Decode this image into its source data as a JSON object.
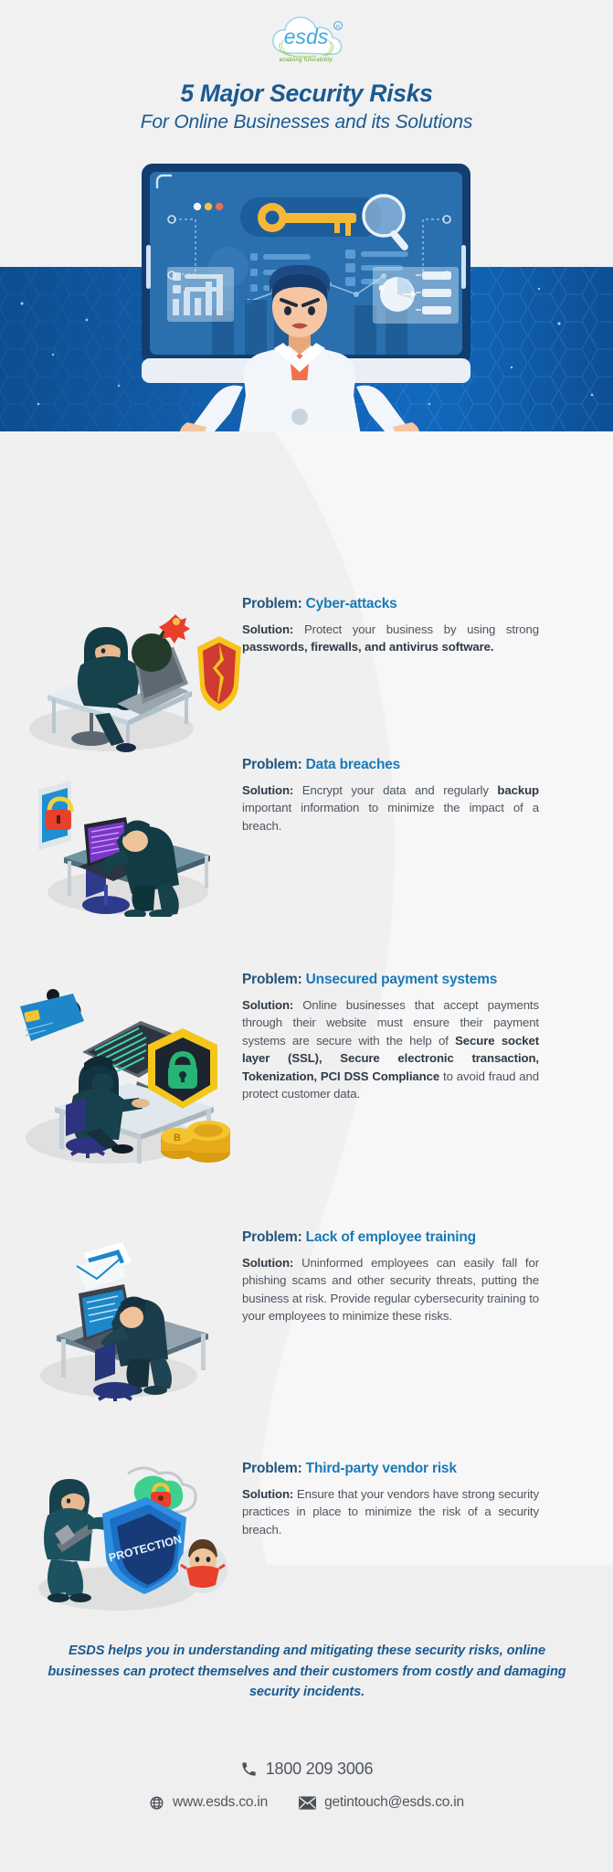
{
  "brand": {
    "logo_text": "esds",
    "logo_registered": "®",
    "tagline": "enabling futurability.",
    "accent_blue": "#1a7ab8",
    "heading_blue": "#1b5a92",
    "dark_navy": "#24557d",
    "body_gray": "#4c5560",
    "logo_green": "#5aa02c"
  },
  "header": {
    "title": "5 Major Security Risks",
    "subtitle": "For Online Businesses and its Solutions"
  },
  "hero": {
    "alt_name": "worried-businessman-with-laptop-and-security-dashboard",
    "screen_icons": [
      "key-icon",
      "magnifier-icon",
      "bar-chart",
      "pie-chart",
      "line-graph"
    ]
  },
  "risks": [
    {
      "index": 1,
      "art_name": "hacker-with-bomb-and-broken-shield-illustration",
      "heading_lead": "Problem:",
      "heading_rest": " Cyber-attacks",
      "solution_label": "Solution:",
      "solution_text_1": " Protect your business by using strong ",
      "solution_bold_1": "passwords, firewalls, and antivirus software.",
      "solution_text_2": "",
      "full_text": "Solution: Protect your business by using strong passwords, firewalls, and antivirus software."
    },
    {
      "index": 2,
      "art_name": "hacker-stealing-data-from-laptop-illustration",
      "heading_lead": "Problem:",
      "heading_rest": " Data breaches",
      "solution_label": "Solution:",
      "solution_text_1": " Encrypt your data and regularly ",
      "solution_bold_1": "backup",
      "solution_text_2": " important information to minimize the impact of a breach.",
      "full_text": "Solution: Encrypt your data and regularly backup important information to minimize the impact of a breach."
    },
    {
      "index": 3,
      "art_name": "credit-card-phishing-hacker-with-padlock-and-coins-illustration",
      "heading_lead": "Problem:",
      "heading_rest": " Unsecured payment systems",
      "solution_label": "Solution:",
      "solution_text_1": " Online businesses that accept payments through their website must ensure their payment systems are secure with the help of ",
      "solution_bold_1": "Secure socket layer (SSL), Secure electronic transaction, Tokenization, PCI DSS Compliance",
      "solution_text_2": " to avoid fraud and protect customer data.",
      "full_text": "Solution: Online businesses that accept payments through their website must ensure their payment systems are secure with the help of Secure socket layer (SSL), Secure electronic transaction, Tokenization, PCI DSS Compliance to avoid fraud and protect customer data."
    },
    {
      "index": 4,
      "art_name": "employee-at-desk-with-phishing-email-illustration",
      "heading_lead": "Problem:",
      "heading_rest": "  Lack of employee training",
      "solution_label": "Solution:",
      "solution_text_1": " Uninformed employees can easily fall for phishing scams and other security threats, putting the business at risk. Provide regular cybersecurity training to your employees to minimize these risks.",
      "solution_bold_1": "",
      "solution_text_2": "",
      "full_text": "Solution: Uninformed employees can easily fall for phishing scams and other security threats, putting the business at risk. Provide regular cybersecurity training to your employees to minimize these risks."
    },
    {
      "index": 5,
      "art_name": "thief-with-protection-shield-and-vendor-illustration",
      "heading_lead": "Problem:",
      "heading_rest": "  Third-party vendor risk",
      "solution_label": "Solution:",
      "solution_text_1": " Ensure that your vendors have strong security practices in place to minimize the risk of a security breach.",
      "solution_bold_1": "",
      "solution_text_2": "",
      "full_text": "Solution: Ensure that your vendors have strong security practices in place to minimize the risk of a security breach."
    }
  ],
  "shield_label": "PROTECTION",
  "closing": "ESDS helps you in understanding and mitigating these security risks, online businesses can protect themselves and their customers from costly and damaging security incidents.",
  "footer": {
    "phone_icon": "phone-icon",
    "phone": "1800 209 3006",
    "website_icon": "globe-icon",
    "website": "www.esds.co.in",
    "email_icon": "envelope-icon",
    "email": "getintouch@esds.co.in"
  }
}
